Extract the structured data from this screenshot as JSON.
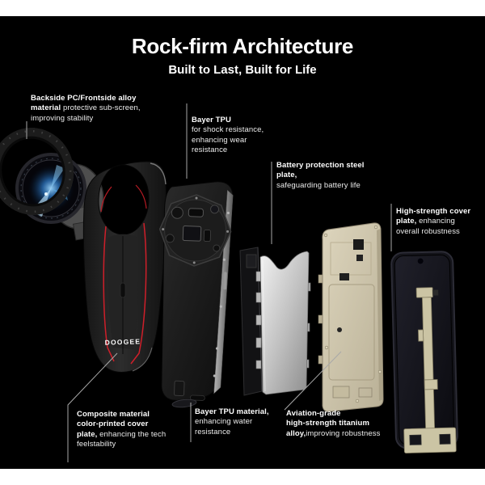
{
  "header": {
    "title": "Rock-firm Architecture",
    "subtitle": "Built to Last, Built for Life"
  },
  "callouts": [
    {
      "id": "backside-subscreen",
      "bold": "Backside PC/Frontside alloy\nmaterial",
      "rest": " protective sub-screen,\nimproving stability"
    },
    {
      "id": "bayer-tpu-shock",
      "bold": "Bayer TPU",
      "rest": "\nfor shock resistance,\nenhancing wear\nresistance"
    },
    {
      "id": "battery-steel-plate",
      "bold": "Battery protection steel\nplate,",
      "rest": "\nsafeguarding battery life"
    },
    {
      "id": "high-strength-cover",
      "bold": "High-strength cover\nplate,",
      "rest": " enhancing\noverall robustness"
    },
    {
      "id": "composite-cover",
      "bold": "Composite material\ncolor-printed cover\nplate,",
      "rest": " enhancing the tech\nfeelstability"
    },
    {
      "id": "bayer-tpu-water",
      "bold": "Bayer TPU material,",
      "rest": "\nenhancing water\nresistance"
    },
    {
      "id": "titanium-alloy",
      "bold": "Aviation-grade\nhigh-strength titanium\nalloy,",
      "rest": "improving robustness"
    }
  ],
  "device": {
    "brand": "DOOGEE"
  },
  "colors": {
    "background": "#000000",
    "frame": "#ffffff",
    "text": "#ffffff",
    "leader_line": "#a8a8a8",
    "accent_red": "#d21f2a",
    "titanium_beige": "#cfc7ad",
    "steel_silver": "#c9c9c9",
    "lens_blue": "#59b7ff"
  }
}
